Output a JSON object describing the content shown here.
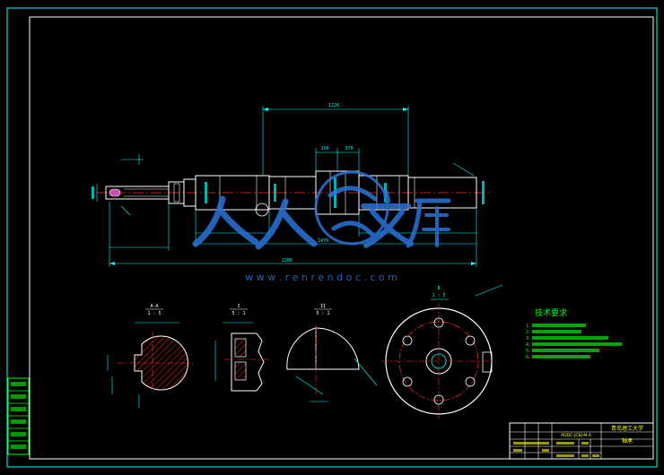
{
  "watermark": {
    "url": "w w w . r e n r e n d o c . c o m"
  },
  "views": {
    "section_a": {
      "label": "A-A",
      "scale": "1 : 5"
    },
    "section_i": {
      "label": "I",
      "scale": "5 : 1"
    },
    "section_ii": {
      "label": "II",
      "scale": "5 : 1"
    },
    "view_b": {
      "label": "B",
      "scale": "1 : 5"
    }
  },
  "dimensions": {
    "overall_length": "2280",
    "bearing_span": "1470",
    "bearing_span_upper": "1220",
    "center_gap_left": "150",
    "center_gap_right": "370"
  },
  "tech_requirements": {
    "title": "技术要求",
    "items": [
      "1.",
      "2.",
      "3.",
      "4.",
      "5.",
      "6."
    ]
  },
  "title_block": {
    "school": "青岛理工大学",
    "part_name": "轴承",
    "drawing_no": "ADDC-JCBJ-M-A"
  },
  "colors": {
    "background": "#000000",
    "outline": "#ffffff",
    "dimension": "#00ffff",
    "hatch": "#ff0000",
    "centerline": "#ff3030",
    "tech_text": "#00ff00",
    "watermark": "#2a74d9"
  }
}
